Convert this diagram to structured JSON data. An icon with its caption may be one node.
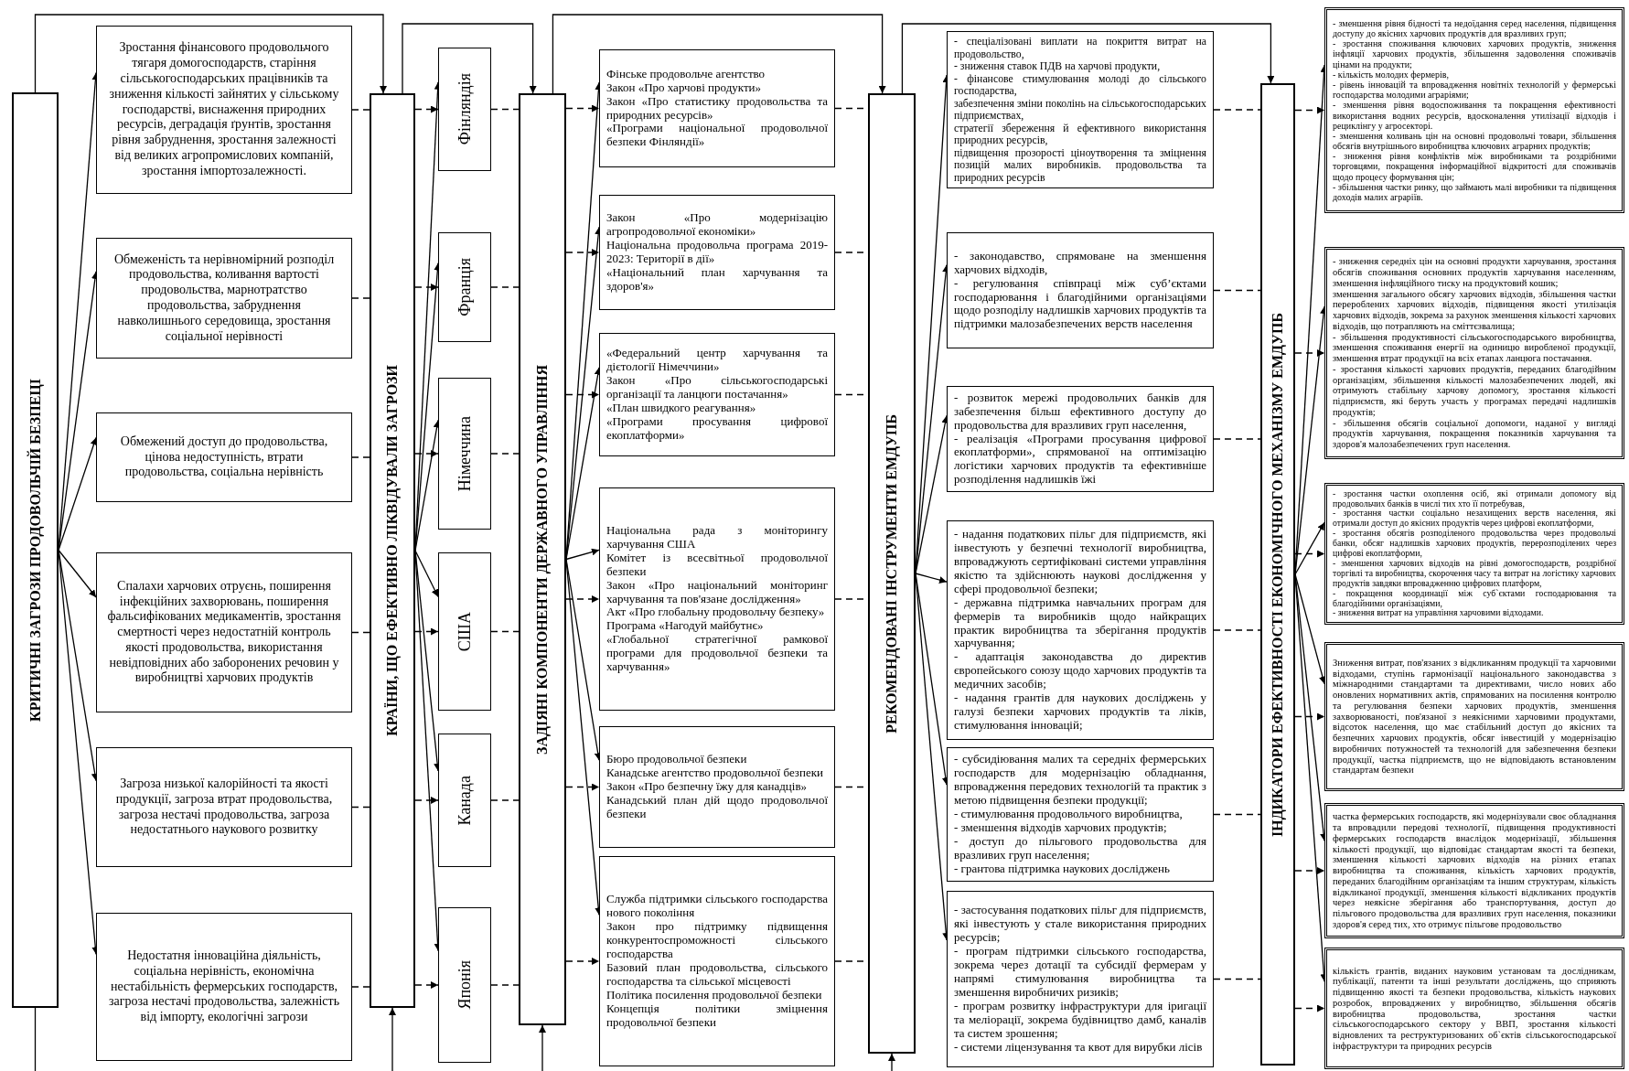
{
  "diagram": {
    "nodes": [
      {
        "text": [
          "КРИТИЧНІ ЗАГРОЗИ ПРОДОВОЛЬЧІЙ БЕЗПЕЦІ"
        ]
      },
      {
        "text": [
          "Зростання фінансового продовольчого тягаря домогосподарств, старіння сільськогосподарських працівників та зниження кількості зайнятих у сільському господарстві, виснаження природних ресурсів, деградація ґрунтів, зростання рівня забруднення, зростання залежності від великих агропромислових компаній, зростання імпортозалежності."
        ]
      },
      {
        "text": [
          "Обмеженість та нерівномірний розподіл продовольства, коливання вартості продовольства, марнотратство продовольства, забруднення навколишнього середовища, зростання соціальної нерівності"
        ]
      },
      {
        "text": [
          "Обмежений доступ до продовольства, цінова недоступність, втрати продовольства, соціальна нерівність"
        ]
      },
      {
        "text": [
          "Спалахи харчових отруєнь, поширення інфекційних захворювань, поширення фальсифікованих медикаментів, зростання смертності через недостатній контроль якості продовольства, використання невідповідних або заборонених речовин у виробництві харчових продуктів"
        ]
      },
      {
        "text": [
          "Загроза низької калорійності та якості продукції, загроза втрат продовольства, загроза нестачі продовольства, загроза недостатнього наукового розвитку"
        ]
      },
      {
        "text": [
          "Недостатня інноваційна діяльність, соціальна нерівність, економічна нестабільність фермерських господарств, загроза нестачі продовольства, залежність від імпорту, екологічні загрози"
        ]
      },
      {
        "text": [
          "КРАЇНИ, ЩО ЕФЕКТИВНО ЛІКВІДУВАЛИ ЗАГРОЗИ"
        ]
      },
      {
        "text": [
          "Фінляндія"
        ]
      },
      {
        "text": [
          "Франція"
        ]
      },
      {
        "text": [
          "Німеччина"
        ]
      },
      {
        "text": [
          "США"
        ]
      },
      {
        "text": [
          "Канада"
        ]
      },
      {
        "text": [
          "Японія"
        ]
      },
      {
        "text": [
          "ЗАДІЯНІ КОМПОНЕНТИ ДЕРЖАВНОГО УПРАВЛІННЯ"
        ]
      },
      {
        "text": [
          "Фінське продовольче агентство",
          "Закон «Про харчові продукти»",
          "Закон «Про статистику продовольства та природних ресурсів»",
          "«Програми національної продовольчої безпеки Фінляндії»"
        ]
      },
      {
        "text": [
          "Закон «Про модернізацію агропродовольчої економіки»",
          "Національна продовольча програма 2019-2023: Території в дії»",
          "«Національний план харчування та здоров'я»"
        ]
      },
      {
        "text": [
          "«Федеральний центр харчування та дієтології Німеччини»",
          "Закон «Про сільськогосподарські організації та ланцюги постачання»",
          "«План швидкого реагування»",
          "«Програми просування цифрової екоплатформи»"
        ]
      },
      {
        "text": [
          "Національна рада з моніторингу харчування США",
          "Комітет із всесвітньої продовольчої безпеки",
          "Закон «Про національний моніторинг харчування та пов'язане дослідження»",
          "Акт «Про глобальну продовольчу безпеку»",
          "Програма «Нагодуй майбутнє»",
          "«Глобальної стратегічної рамкової програми для продовольчої безпеки та харчування»"
        ]
      },
      {
        "text": [
          "Бюро продовольчої безпеки",
          "Канадське агентство продовольчої безпеки",
          "Закон «Про безпечну їжу для канадців»",
          "Канадський план дій щодо продовольчої безпеки"
        ]
      },
      {
        "text": [
          "Служба підтримки сільського господарства нового покоління",
          "Закон про підтримку підвищення конкурентоспроможності сільського господарства",
          "Базовий план продовольства, сільського господарства та сільської місцевості",
          "Політика посилення продовольчої безпеки",
          "Концепція політики зміцнення продовольчої безпеки"
        ]
      },
      {
        "text": [
          "РЕКОМЕНДОВАНІ ІНСТРУМЕНТИ ЕМДУПБ"
        ]
      },
      {
        "text": [
          "- спеціалізовані виплати на покриття витрат на продовольство,",
          "- зниження ставок ПДВ на харчові продукти,",
          "- фінансове стимулювання молоді до сільського господарства,",
          "забезпечення зміни поколінь на сільськогосподарських підприємствах,",
          "стратегії збереження й ефективного використання природних ресурсів,",
          "підвищення прозорості ціноутворення та зміцнення позицій малих виробників. продовольства та природних ресурсів"
        ]
      },
      {
        "text": [
          "- законодавство, спрямоване на зменшення харчових відходів,",
          "- регулювання співпраці між суб’єктами господарювання і благодійними організаціями щодо розподілу надлишків харчових продуктів та підтримки малозабезпечених верств населення"
        ]
      },
      {
        "text": [
          "- розвиток мережі продовольчих банків для забезпечення більш ефективного доступу до продовольства для вразливих груп населення,",
          "- реалізація «Програми просування цифрової екоплатформи», спрямованої на оптимізацію логістики харчових продуктів та ефективніше розподілення надлишків їжі"
        ]
      },
      {
        "text": [
          "- надання податкових пільг для підприємств, які інвестують у безпечні технології виробництва, впроваджують сертифіковані системи управління якістю та здійснюють наукові дослідження у сфері продовольчої безпеки;",
          "- державна підтримка навчальних програм для фермерів та виробників щодо найкращих практик виробництва та зберігання продуктів харчування;",
          "- адаптація законодавства до директив європейського союзу щодо харчових продуктів та медичних засобів;",
          "- надання грантів для наукових досліджень у галузі безпеки харчових продуктів та ліків, стимулювання інновацій;"
        ]
      },
      {
        "text": [
          "- субсидіювання малих та середніх фермерських господарств для модернізацію обладнання, впровадження передових технологій та практик з метою підвищення безпеки продукції;",
          "- стимулювання продовольчого виробництва,",
          "- зменшення відходів харчових продуктів;",
          "- доступ до пільгового продовольства для вразливих груп населення;",
          "- грантова підтримка наукових досліджень"
        ]
      },
      {
        "text": [
          "- застосування податкових пільг для підприємств, які інвестують у стале використання природних ресурсів;",
          "- програм підтримки сільського господарства, зокрема через дотації та субсидії фермерам у напрямі стимулювання виробництва та зменшення виробничих ризиків;",
          "- програм розвитку інфраструктури для іригації та меліорації, зокрема будівництво дамб, каналів та систем зрошення;",
          "- системи ліцензування та квот для вирубки лісів"
        ]
      },
      {
        "text": [
          "ІНДИКАТОРИ ЕФЕКТИВНОСТІ ЕКОНОМІЧНОГО МЕХАНІЗМУ ЕМДУПБ"
        ]
      },
      {
        "text": [
          "- зменшення рівня бідності та недоїдання серед населення, підвищення доступу до якісних харчових продуктів для вразливих груп;",
          "- зростання споживання ключових харчових продуктів, зниження інфляції харчових продуктів, збільшення задоволення споживачів цінами на продукти;",
          "- кількість молодих фермерів,",
          "- рівень інновацій та впровадження новітніх технологій у фермерські господарства молодими аграріями;",
          "- зменшення рівня водоспоживання та покращення ефективності використання водних ресурсів, вдосконалення утилізації відходів і рециклінгу у агросекторі.",
          "- зменшення коливань цін на основні продовольчі товари, збільшення обсягів внутрішнього виробництва ключових аграрних продуктів;",
          "- зниження рівня конфліктів між виробниками та роздрібними торговцями, покращення інформаційної відкритості для споживачів щодо процесу формування цін;",
          "- збільшення частки ринку, що займають малі виробники та підвищення доходів малих аграріїв."
        ]
      },
      {
        "text": [
          "- зниження середніх цін на основні продукти харчування, зростання обсягів споживання основних продуктів харчування населенням, зменшення інфляційного тиску на продуктовий кошик;",
          "зменшення загального обсягу харчових відходів, збільшення частки перероблених харчових відходів, підвищення якості утилізація харчових відходів, зокрема за рахунок зменшення кількості харчових відходів, що потрапляють на сміттєзвалища;",
          "- збільшення продуктивності сільськогосподарського виробництва, зменшення споживання енергії на одиницю виробленої продукції, зменшення втрат продукції на всіх етапах ланцюга постачання.",
          "- зростання кількості харчових продуктів, переданих благодійним організаціям, збільшення кількості малозабезпечених людей, які отримують стабільну харчову допомогу, зростання кількості підприємств, які беруть участь у програмах передачі надлишків продуктів;",
          "- збільшення обсягів соціальної допомоги, наданої у вигляді продуктів харчування, покращення показників харчування та здоров'я малозабезпечених груп населення."
        ]
      },
      {
        "text": [
          "- зростання частки охоплення осіб, які отримали допомогу від продовольчих банків в числі тих хто її потребував,",
          "- зростання частки соціально незахищених верств населення, які отримали доступ до якісних продуктів через цифрові екоплатформи,",
          "- зростання обсягів розподіленого продовольства через продовольчі банки, обсяг надлишків харчових продуктів, перерозподілених через цифрові екоплатформи,",
          "- зменшення харчових відходів на рівні домогосподарств, роздрібної торгівлі та виробництва, скорочення часу та витрат на логістику харчових продуктів завдяки впровадженню цифрових платформ,",
          "- покращення координації між суб`єктами господарювання та благодійними організаціями,",
          "- зниження витрат на управління харчовими відходами."
        ]
      },
      {
        "text": [
          "Зниження витрат, пов'язаних з відкликанням продукції та харчовими відходами, ступінь гармонізації національного законодавства з міжнародними стандартами та директивами, число нових або оновлених нормативних актів, спрямованих на посилення контролю та регулювання безпеки харчових продуктів, зменшення захворюваності, пов'язаної з неякісними харчовими продуктами, відсоток населення, що має стабільний доступ до якісних та безпечних харчових продуктів, обсяг інвестицій у модернізацію виробничих потужностей та технологій для забезпечення безпеки продукції, частка підприємств, що не відповідають встановленим стандартам безпеки"
        ]
      },
      {
        "text": [
          "частка фермерських господарств, які модернізували своє обладнання та впровадили передові технології, підвищення продуктивності фермерських господарств внаслідок модернізації, збільшення кількості продукції, що відповідає стандартам якості та безпеки, зменшення кількості харчових відходів на різних етапах виробництва та споживання, кількість харчових продуктів, переданих благодійним організаціям та іншим структурам, кількість відкликаної продукції, зменшення кількості відкликаних продуктів через неякісне зберігання або транспортування, доступ до пільгового продовольства для вразливих груп населення, показники здоров'я серед тих, хто отримує пільгове продовольство"
        ]
      },
      {
        "text": [
          "кількість грантів, виданих науковим установам та дослідникам, публікації, патенти та інші результати досліджень, що сприяють підвищенню якості та безпеки продовольства, кількість наукових розробок, впроваджених у виробництво, збільшення обсягів виробництва продовольства, зростання частки сільськогосподарського сектору у ВВП, зростання кількості відновлених та реструктуризованих об`єктів сільськогосподарської інфраструктури та природних ресурсів"
        ]
      }
    ],
    "edges": [
      {
        "from": 0,
        "to": 1,
        "arrow": "to"
      },
      {
        "from": 0,
        "to": 2,
        "arrow": "to"
      },
      {
        "from": 0,
        "to": 3,
        "arrow": "to"
      },
      {
        "from": 0,
        "to": 4,
        "arrow": "to"
      },
      {
        "from": 0,
        "to": 5,
        "arrow": "to"
      },
      {
        "from": 0,
        "to": 6,
        "arrow": "to"
      },
      {
        "from": 1,
        "to": 7,
        "arrow": "none",
        "style": "dashed"
      },
      {
        "from": 2,
        "to": 7,
        "arrow": "none",
        "style": "dashed"
      },
      {
        "from": 3,
        "to": 7,
        "arrow": "none",
        "style": "dashed"
      },
      {
        "from": 4,
        "to": 7,
        "arrow": "none",
        "style": "dashed"
      },
      {
        "from": 5,
        "to": 7,
        "arrow": "none",
        "style": "dashed"
      },
      {
        "from": 6,
        "to": 7,
        "arrow": "none",
        "style": "dashed"
      },
      {
        "from": 7,
        "to": 8,
        "arrow": "to"
      },
      {
        "from": 7,
        "to": 9,
        "arrow": "to"
      },
      {
        "from": 7,
        "to": 10,
        "arrow": "to"
      },
      {
        "from": 7,
        "to": 11,
        "arrow": "to"
      },
      {
        "from": 7,
        "to": 12,
        "arrow": "to"
      },
      {
        "from": 7,
        "to": 13,
        "arrow": "to"
      },
      {
        "from": 7,
        "to": 8,
        "arrow": "to",
        "style": "dashed"
      },
      {
        "from": 7,
        "to": 9,
        "arrow": "to",
        "style": "dashed"
      },
      {
        "from": 7,
        "to": 10,
        "arrow": "to",
        "style": "dashed"
      },
      {
        "from": 7,
        "to": 11,
        "arrow": "to",
        "style": "dashed"
      },
      {
        "from": 7,
        "to": 12,
        "arrow": "to",
        "style": "dashed"
      },
      {
        "from": 7,
        "to": 13,
        "arrow": "to",
        "style": "dashed"
      },
      {
        "from": 8,
        "to": 14,
        "arrow": "none",
        "style": "dashed"
      },
      {
        "from": 9,
        "to": 14,
        "arrow": "none",
        "style": "dashed"
      },
      {
        "from": 10,
        "to": 14,
        "arrow": "none",
        "style": "dashed"
      },
      {
        "from": 11,
        "to": 14,
        "arrow": "none",
        "style": "dashed"
      },
      {
        "from": 12,
        "to": 14,
        "arrow": "none",
        "style": "dashed"
      },
      {
        "from": 13,
        "to": 14,
        "arrow": "none",
        "style": "dashed"
      },
      {
        "from": 14,
        "to": 15,
        "arrow": "to"
      },
      {
        "from": 14,
        "to": 16,
        "arrow": "to"
      },
      {
        "from": 14,
        "to": 17,
        "arrow": "to"
      },
      {
        "from": 14,
        "to": 18,
        "arrow": "to"
      },
      {
        "from": 14,
        "to": 19,
        "arrow": "to"
      },
      {
        "from": 14,
        "to": 20,
        "arrow": "to"
      },
      {
        "from": 14,
        "to": 15,
        "arrow": "to",
        "style": "dashed"
      },
      {
        "from": 14,
        "to": 16,
        "arrow": "to",
        "style": "dashed"
      },
      {
        "from": 14,
        "to": 17,
        "arrow": "to",
        "style": "dashed"
      },
      {
        "from": 14,
        "to": 18,
        "arrow": "to",
        "style": "dashed"
      },
      {
        "from": 14,
        "to": 19,
        "arrow": "to",
        "style": "dashed"
      },
      {
        "from": 14,
        "to": 20,
        "arrow": "to",
        "style": "dashed"
      },
      {
        "from": 15,
        "to": 21,
        "arrow": "none",
        "style": "dashed"
      },
      {
        "from": 16,
        "to": 21,
        "arrow": "none",
        "style": "dashed"
      },
      {
        "from": 17,
        "to": 21,
        "arrow": "none",
        "style": "dashed"
      },
      {
        "from": 18,
        "to": 21,
        "arrow": "none",
        "style": "dashed"
      },
      {
        "from": 19,
        "to": 21,
        "arrow": "none",
        "style": "dashed"
      },
      {
        "from": 20,
        "to": 21,
        "arrow": "none",
        "style": "dashed"
      },
      {
        "from": 21,
        "to": 22,
        "arrow": "to"
      },
      {
        "from": 21,
        "to": 23,
        "arrow": "to"
      },
      {
        "from": 21,
        "to": 24,
        "arrow": "to"
      },
      {
        "from": 21,
        "to": 25,
        "arrow": "to"
      },
      {
        "from": 21,
        "to": 26,
        "arrow": "to"
      },
      {
        "from": 21,
        "to": 27,
        "arrow": "to"
      },
      {
        "from": 22,
        "to": 28,
        "arrow": "none",
        "style": "dashed"
      },
      {
        "from": 23,
        "to": 28,
        "arrow": "none",
        "style": "dashed"
      },
      {
        "from": 24,
        "to": 28,
        "arrow": "none",
        "style": "dashed"
      },
      {
        "from": 25,
        "to": 28,
        "arrow": "none",
        "style": "dashed"
      },
      {
        "from": 26,
        "to": 28,
        "arrow": "none",
        "style": "dashed"
      },
      {
        "from": 27,
        "to": 28,
        "arrow": "none",
        "style": "dashed"
      },
      {
        "from": 28,
        "to": 29,
        "arrow": "to"
      },
      {
        "from": 28,
        "to": 30,
        "arrow": "to"
      },
      {
        "from": 28,
        "to": 31,
        "arrow": "to"
      },
      {
        "from": 28,
        "to": 32,
        "arrow": "to"
      },
      {
        "from": 28,
        "to": 33,
        "arrow": "to"
      },
      {
        "from": 28,
        "to": 34,
        "arrow": "to"
      },
      {
        "from": 28,
        "to": 29,
        "arrow": "to",
        "style": "dashed"
      },
      {
        "from": 28,
        "to": 30,
        "arrow": "to",
        "style": "dashed"
      },
      {
        "from": 28,
        "to": 31,
        "arrow": "to",
        "style": "dashed"
      },
      {
        "from": 28,
        "to": 32,
        "arrow": "to",
        "style": "dashed"
      },
      {
        "from": 28,
        "to": 33,
        "arrow": "to",
        "style": "dashed"
      },
      {
        "from": 28,
        "to": 34,
        "arrow": "to",
        "style": "dashed"
      },
      {
        "from": 0,
        "to": 7,
        "arrow": "to"
      },
      {
        "from": 7,
        "to": 14,
        "arrow": "to"
      },
      {
        "from": 14,
        "to": 21,
        "arrow": "to"
      },
      {
        "from": 21,
        "to": 28,
        "arrow": "to"
      },
      {
        "from": 0,
        "to": null,
        "arrow": "none"
      },
      {
        "from": null,
        "to": 7,
        "arrow": "to"
      },
      {
        "from": null,
        "to": 14,
        "arrow": "to"
      },
      {
        "from": null,
        "to": 21,
        "arrow": "to"
      }
    ]
  }
}
